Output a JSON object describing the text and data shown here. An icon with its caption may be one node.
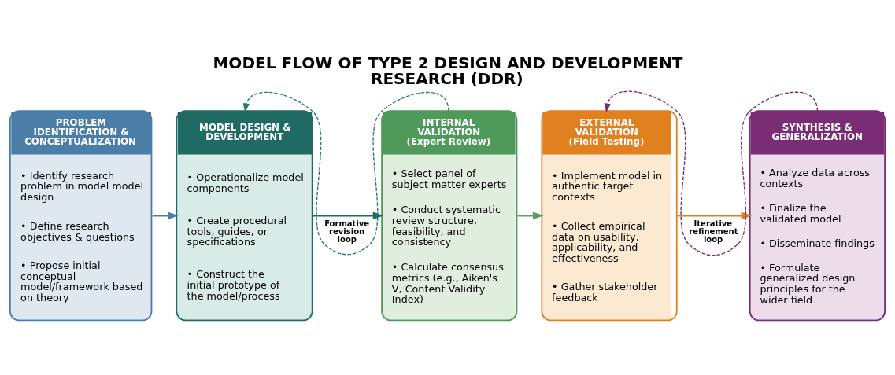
{
  "diagram": {
    "title": "MODEL FLOW OF TYPE 2 DESIGN AND DEVELOPMENT RESEARCH (DDR)",
    "nodes": [
      {
        "text": [
          "PROBLEM IDENTIFICATION & CONCEPTUALIZATION",
          "• Identify research problem in model model design",
          "• Define research objectives & questions",
          "• Propose initial conceptual model/framework based on theory"
        ]
      },
      {
        "text": [
          "MODEL DESIGN & DEVELOPMENT",
          "• Operationalize model components",
          "• Create procedural tools, guides, or specifications",
          "• Construct the initial prototype of the model/process"
        ]
      },
      {
        "text": [
          "INTERNAL VALIDATION (Expert Review)",
          "• Select panel of subject matter experts",
          "• Conduct systematic review structure, feasibility, and consistency",
          "• Calculate consensus metrics (e.g., Aiken's V, Content Validity Index)"
        ]
      },
      {
        "text": [
          "EXTERNAL VALIDATION (Field Testing)",
          "• Implement model in authentic target contexts",
          "• Collect empirical data on usability, applicability, and effectiveness",
          "• Gather stakeholder feedback"
        ]
      },
      {
        "text": [
          "SYNTHESIS & GENERALIZATION",
          "• Analyze data across contexts",
          "• Finalize the validated model",
          "• Disseminate findings",
          "• Formulate generalized design principles for the wider field"
        ]
      }
    ],
    "edges": [
      {
        "from": 0,
        "to": 1,
        "arrow": "to",
        "color": "#4a7ea8"
      },
      {
        "from": 1,
        "to": 2,
        "arrow": "to",
        "color": "#1f6b63"
      },
      {
        "from": 2,
        "to": 3,
        "arrow": "to",
        "color": "#5a9e62"
      },
      {
        "from": 3,
        "to": 4,
        "arrow": "to",
        "color": "#e0801f"
      },
      {
        "from": 2,
        "to": 1,
        "arrow": "to",
        "label": "Formative revision loop",
        "style": "dashed",
        "color": "#2a7a74"
      },
      {
        "from": 4,
        "to": 3,
        "arrow": "to",
        "label": "Iterative refinement loop",
        "style": "dashed",
        "color": "#7a2d74"
      }
    ]
  }
}
